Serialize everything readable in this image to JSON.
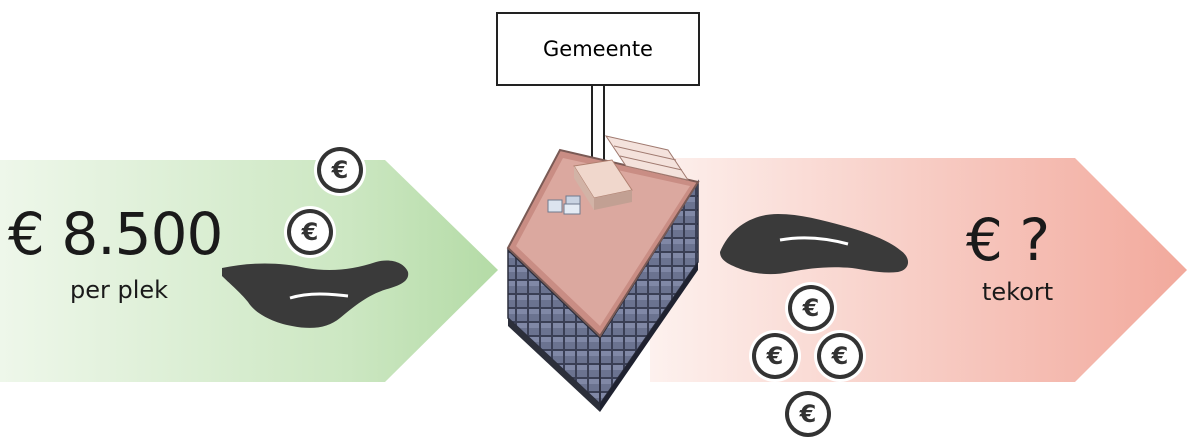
{
  "sign": {
    "label": "Gemeente"
  },
  "income": {
    "amount": "€ 8.500",
    "unit": "per plek"
  },
  "deficit": {
    "amount": "€ ?",
    "unit": "tekort"
  },
  "coin": {
    "symbol": "€"
  },
  "colors": {
    "income_arrow": "#bfe0b4",
    "deficit_arrow": "#f4b4a8",
    "coin_dark": "#333333",
    "hand": "#3a3a3a",
    "roof": "#d9a49a",
    "facade": "#4a5068"
  }
}
